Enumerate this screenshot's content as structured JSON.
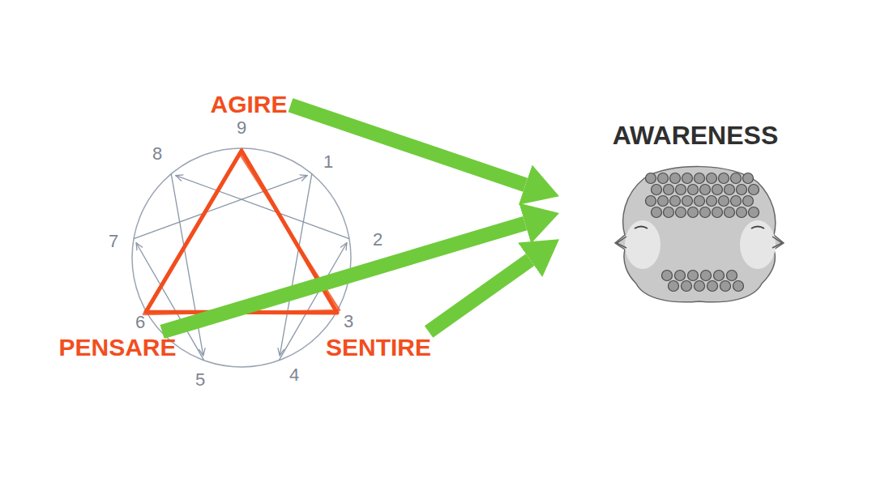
{
  "diagram": {
    "nodes": [
      {
        "text": [
          "AGIRE"
        ]
      },
      {
        "text": [
          "PENSARE"
        ]
      },
      {
        "text": [
          "SENTIRE"
        ]
      },
      {
        "text": [
          "AWARENESS"
        ]
      }
    ],
    "edges": [
      {
        "from": 0,
        "to": 3,
        "arrow": "to"
      },
      {
        "from": 1,
        "to": 3,
        "arrow": "to"
      },
      {
        "from": 2,
        "to": 3,
        "arrow": "to"
      }
    ],
    "labels": [
      "9",
      "1",
      "2",
      "3",
      "4",
      "5",
      "6",
      "7",
      "8"
    ]
  }
}
